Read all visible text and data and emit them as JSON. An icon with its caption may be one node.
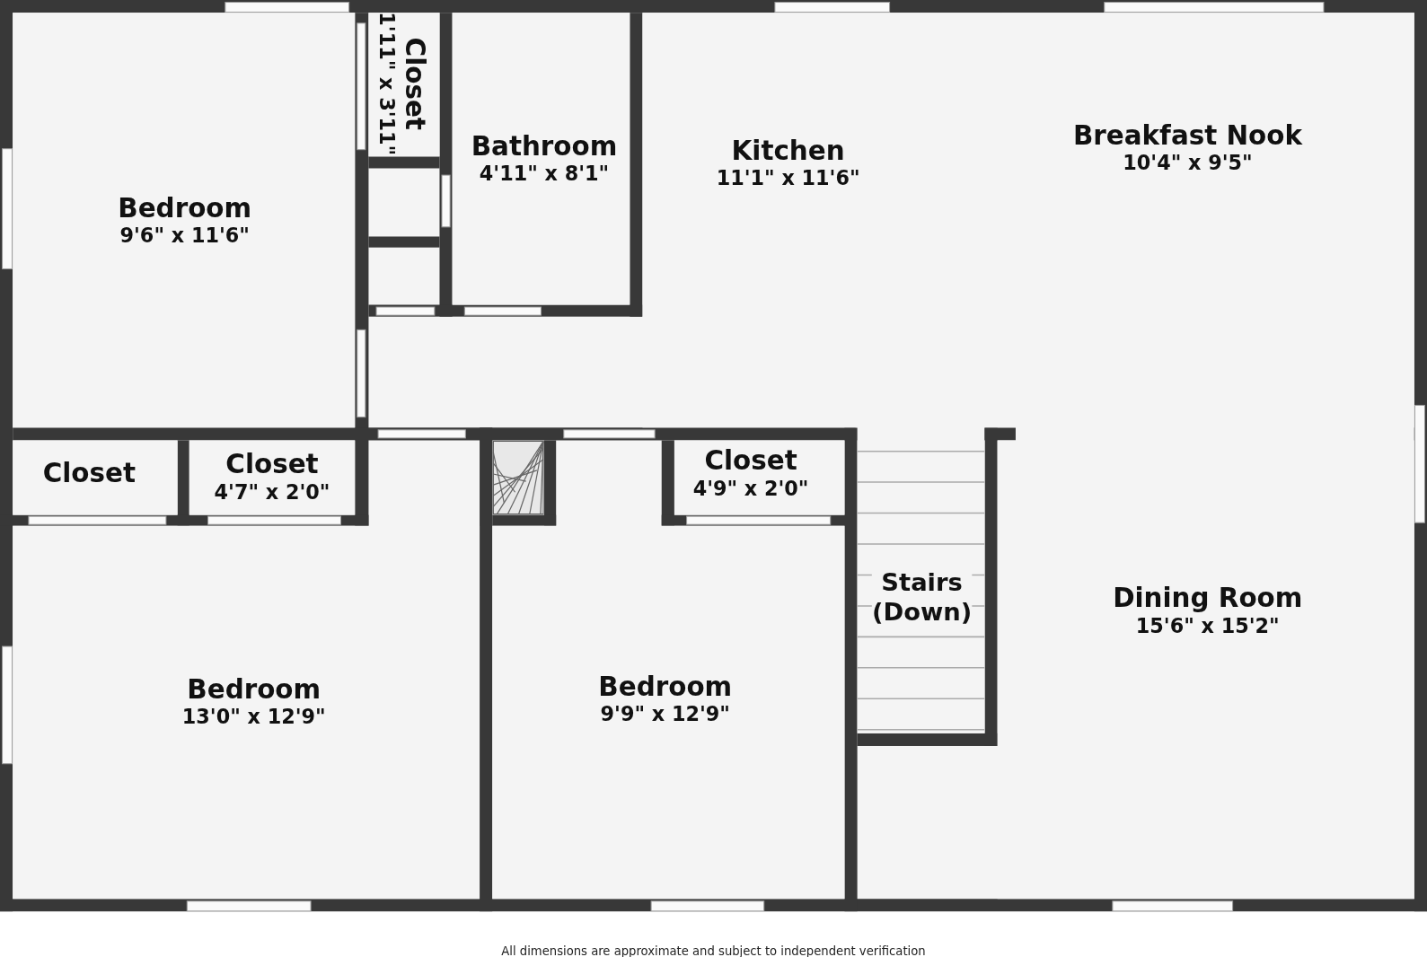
{
  "diagram": {
    "caption": "All dimensions are approximate and subject to independent verification",
    "nodes": [
      {
        "text": [
          "Bedroom",
          "9'6\" x 11'6\""
        ]
      },
      {
        "text": [
          "Closet",
          "1'11\" x 3'11\""
        ]
      },
      {
        "text": [
          "Bathroom",
          "4'11\" x 8'1\""
        ]
      },
      {
        "text": [
          "Kitchen",
          "11'1\" x 11'6\""
        ]
      },
      {
        "text": [
          "Breakfast Nook",
          "10'4\" x 9'5\""
        ]
      },
      {
        "text": [
          "Closet"
        ]
      },
      {
        "text": [
          "Closet",
          "4'7\" x 2'0\""
        ]
      },
      {
        "text": [
          "Closet",
          "4'9\" x 2'0\""
        ]
      },
      {
        "text": [
          "Stairs (Down)"
        ]
      },
      {
        "text": [
          "Dining Room",
          "15'6\" x 15'2\""
        ]
      },
      {
        "text": [
          "Bedroom",
          "13'0\" x 12'9\""
        ]
      },
      {
        "text": [
          "Bedroom",
          "9'9\" x 12'9\""
        ]
      }
    ],
    "edges": []
  }
}
